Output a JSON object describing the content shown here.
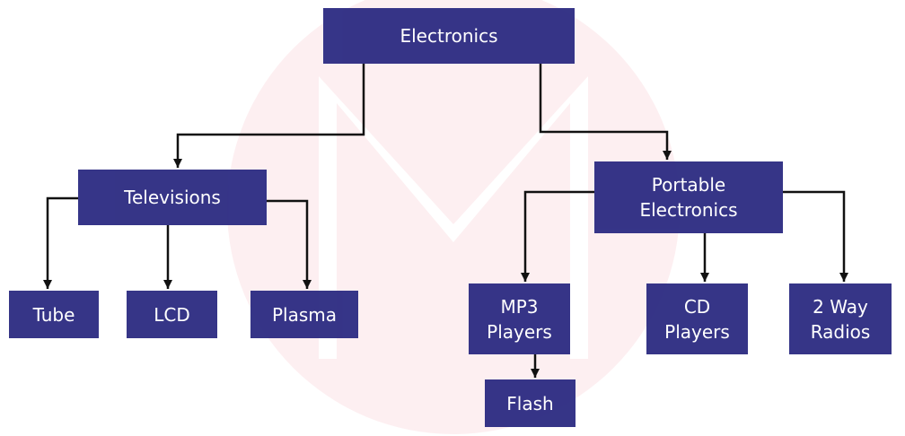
{
  "colors": {
    "node_fill": "#2e2d83",
    "node_text": "#ffffff",
    "connector": "#111111",
    "watermark": "#fdeff1"
  },
  "nodes": {
    "electronics": "Electronics",
    "televisions": "Televisions",
    "portable": "Portable Electronics",
    "tube": "Tube",
    "lcd": "LCD",
    "plasma": "Plasma",
    "mp3": "MP3 Players",
    "cd": "CD Players",
    "radios": "2 Way Radios",
    "flash": "Flash"
  }
}
